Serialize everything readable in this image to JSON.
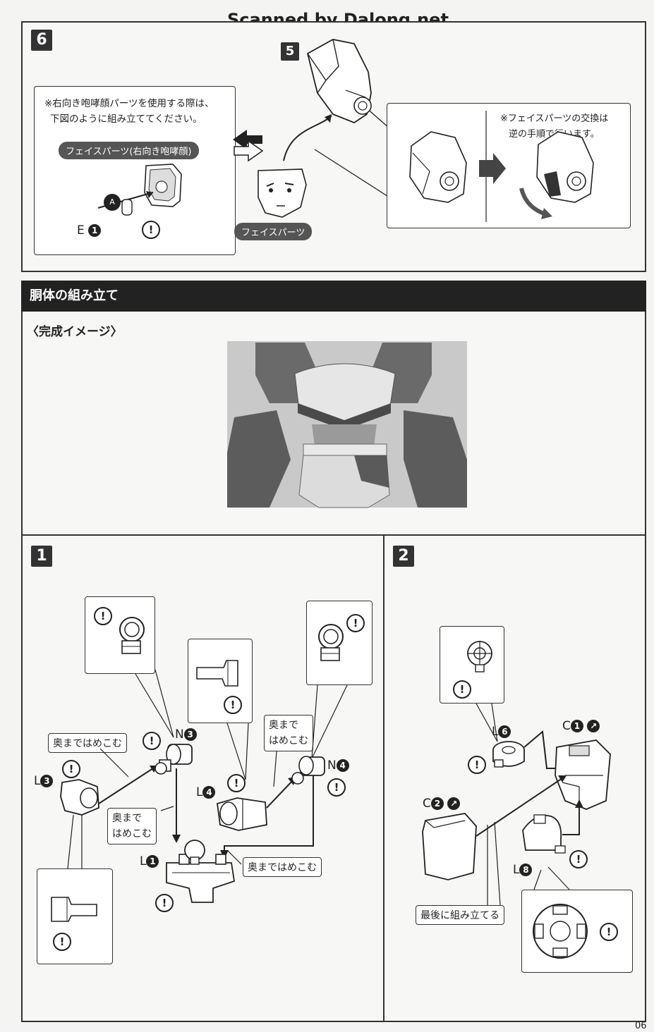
{
  "scanner_credit": "Scanned by Dalong.net",
  "page_number": "06",
  "step6": {
    "number": "6",
    "sub_step": "5",
    "note_left": [
      "※右向き咆哮顔パーツを使用する際は、",
      "下図のように組み立ててください。"
    ],
    "pill_roar_face": "フェイスパーツ(右向き咆哮顔)",
    "part_e1_letter": "E",
    "part_e1_num": "1",
    "pill_face": "フェイスパーツ",
    "note_right": [
      "※フェイスパーツの交換は",
      "逆の手順で行います。"
    ]
  },
  "section": {
    "title": "胴体の組み立て",
    "image_title": "〈完成イメージ〉"
  },
  "step1": {
    "number": "1",
    "insert_full": "奥まではめこむ",
    "insert_line1": "奥まで",
    "insert_line2": "はめこむ",
    "parts": {
      "n3": {
        "letter": "N",
        "num": "3"
      },
      "n4": {
        "letter": "N",
        "num": "4"
      },
      "l3": {
        "letter": "L",
        "num": "3"
      },
      "l4": {
        "letter": "L",
        "num": "4"
      },
      "l1": {
        "letter": "L",
        "num": "1"
      }
    }
  },
  "step2": {
    "number": "2",
    "last_assemble": "最後に組み立てる",
    "parts": {
      "l6": {
        "letter": "L",
        "num": "6"
      },
      "c1": {
        "letter": "C",
        "num": "1"
      },
      "c2": {
        "letter": "C",
        "num": "2"
      },
      "l8": {
        "letter": "L",
        "num": "8"
      }
    }
  },
  "icons": {
    "caution": "caution-icon",
    "swap_arrow": "swap-arrow-icon",
    "next_arrow": "next-step-arrow-icon",
    "rotate_arrow": "rotate-arrow-icon",
    "paint": "paint-icon"
  }
}
